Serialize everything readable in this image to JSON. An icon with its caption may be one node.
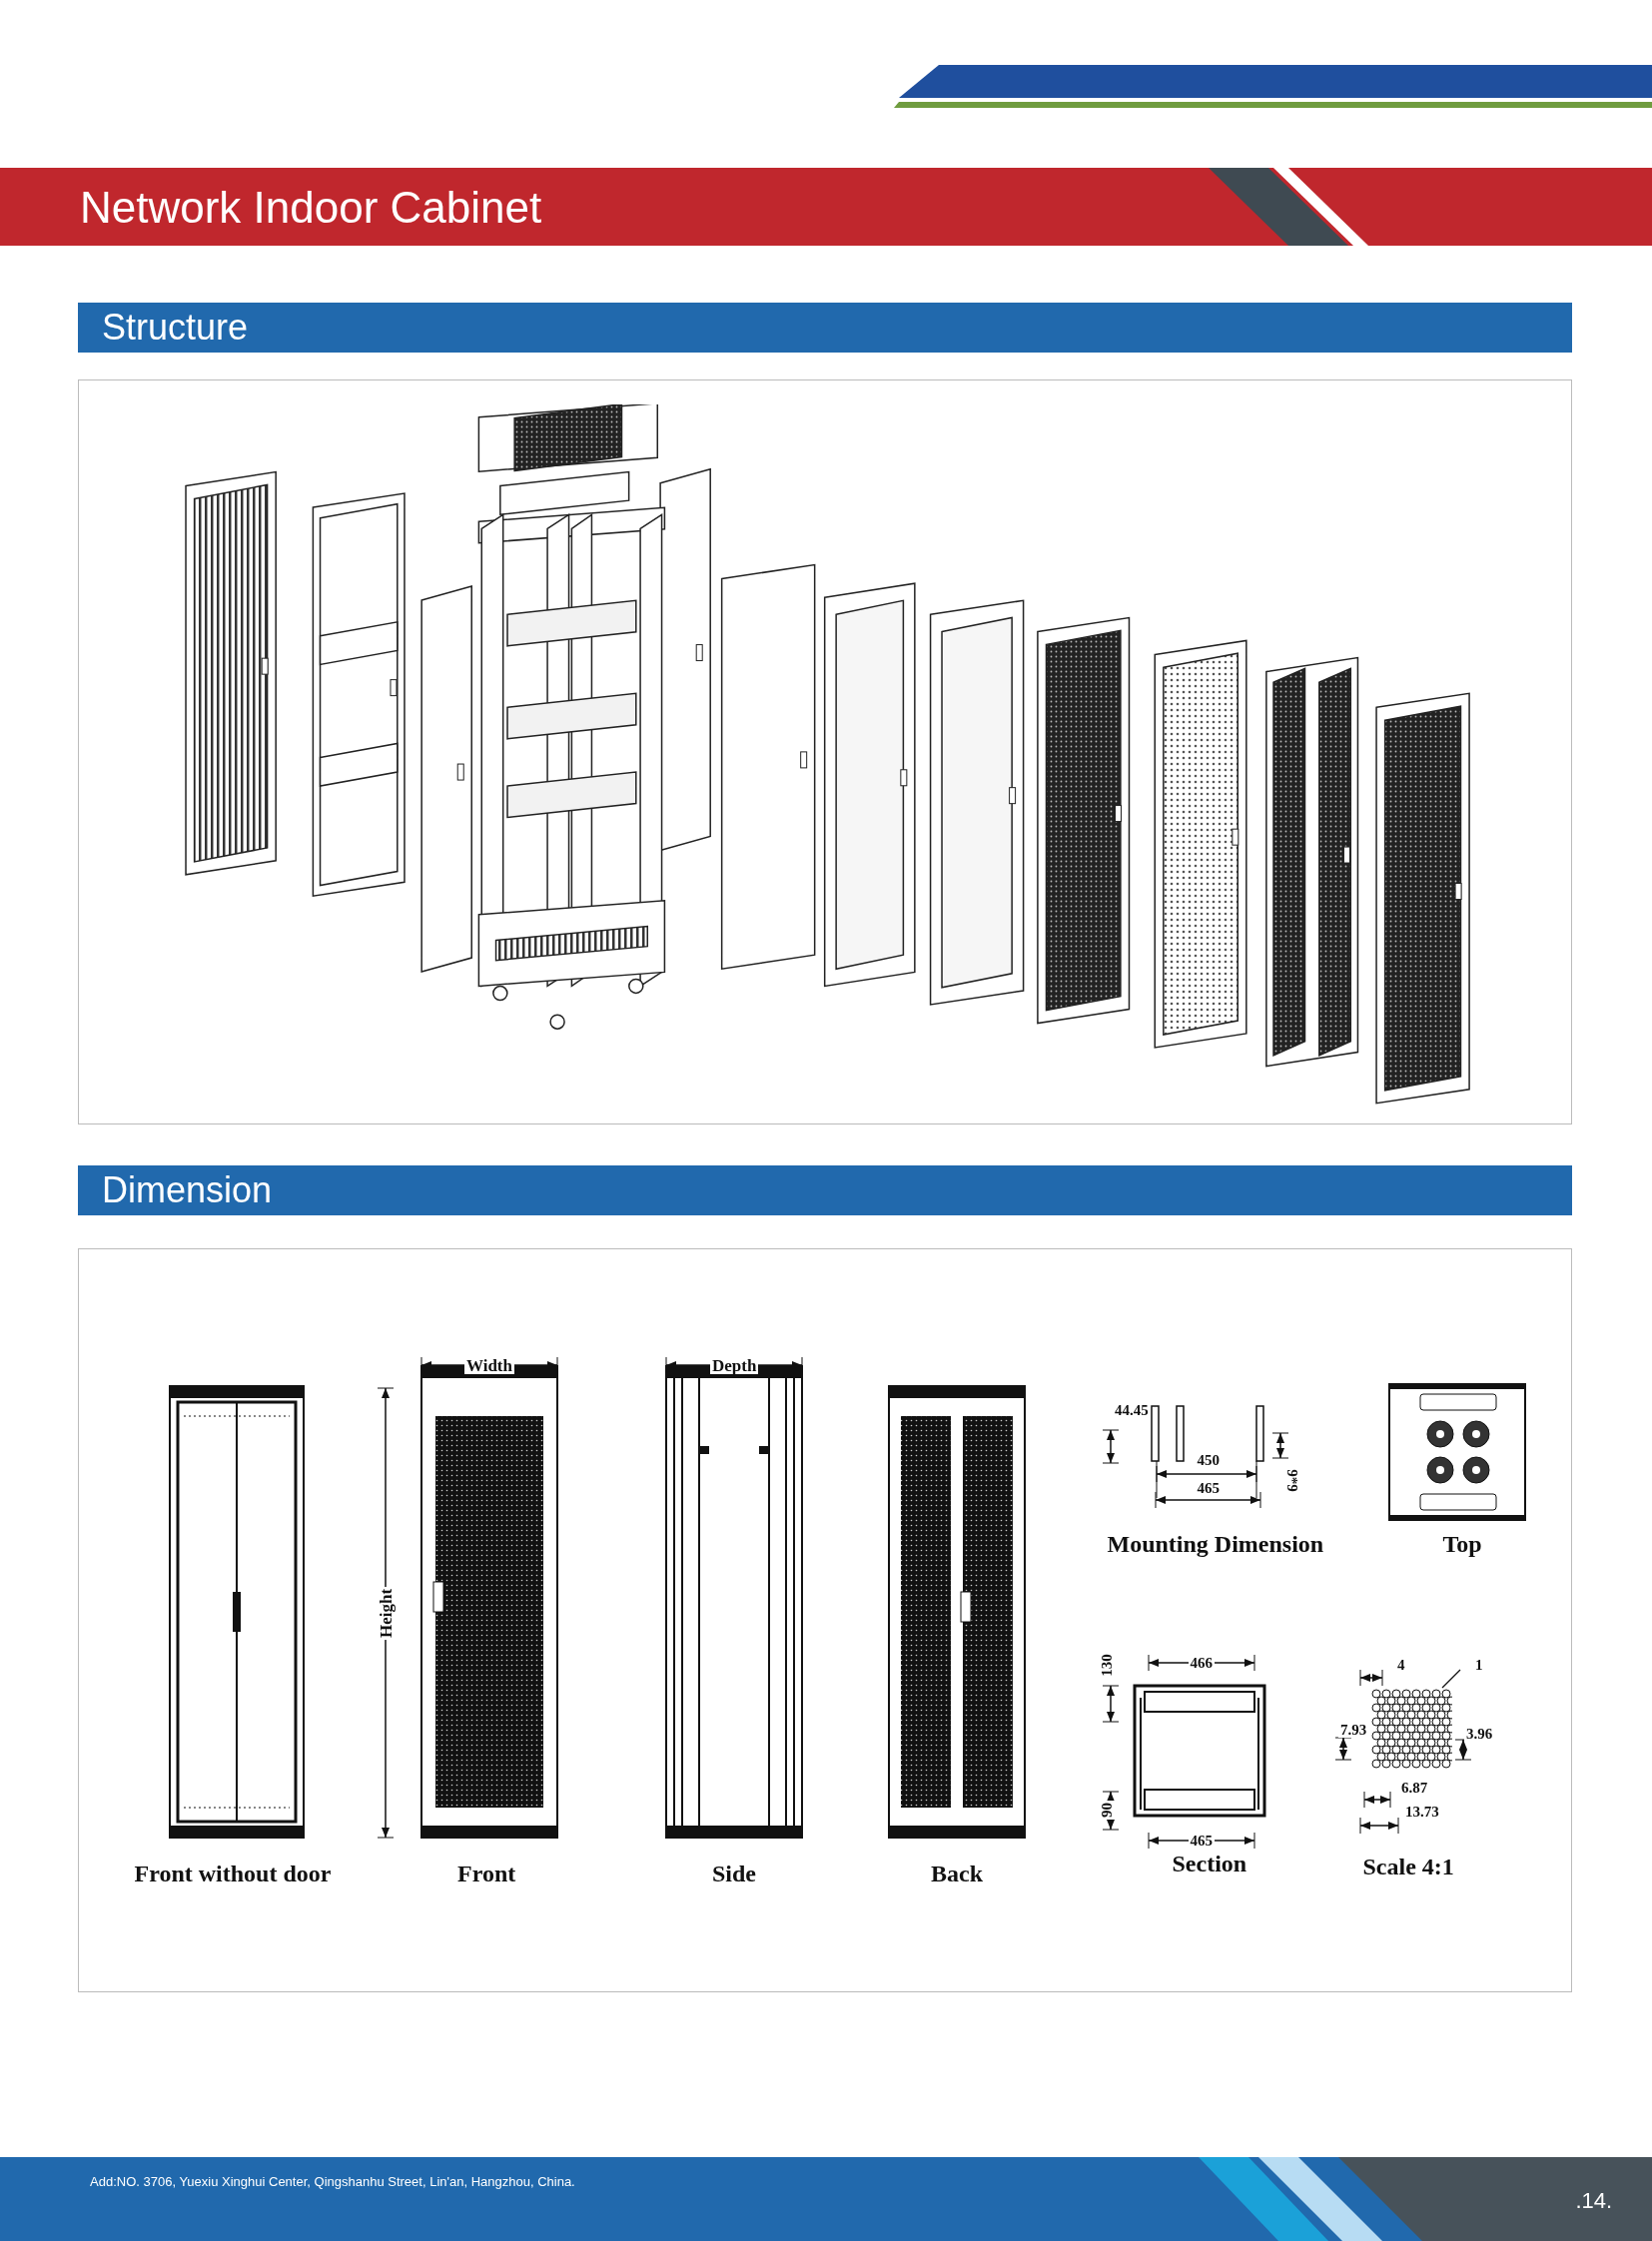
{
  "diagram": {
    "title": "Network Indoor Cabinet",
    "labels": [
      "Structure",
      "Dimension",
      "Width",
      "Depth",
      "Height",
      "Front without door",
      "Front",
      "Side",
      "Back",
      "44.45",
      "450",
      "465",
      "9*9",
      "Mounting Dimension",
      "Top",
      "130",
      "466",
      "90",
      "465",
      "Section",
      "4",
      "1",
      "7.93",
      "3.96",
      "6.87",
      "13.73",
      "Scale 4:1",
      "Add:NO. 3706, Yuexiu Xinghui Center, Qingshanhu Street, Lin'an, Hangzhou, China.",
      ".14."
    ]
  }
}
